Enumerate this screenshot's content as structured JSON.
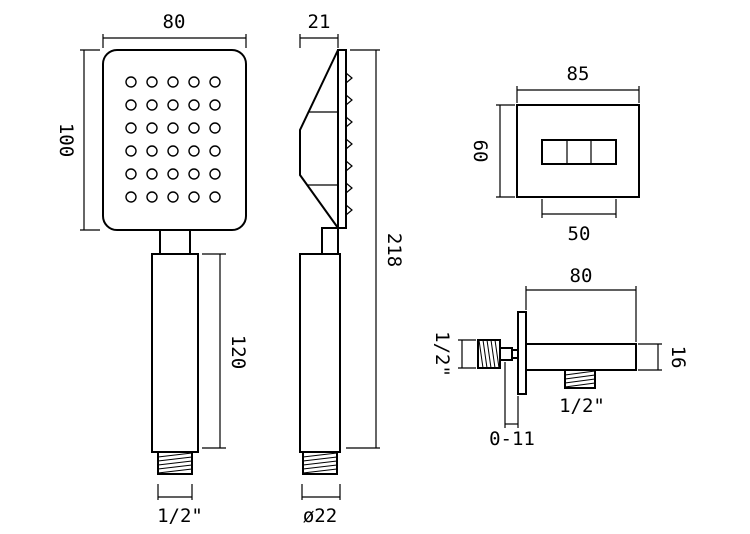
{
  "front_view": {
    "width_label": "80",
    "height_label": "100",
    "handle_label": "120",
    "thread_label": "1/2\""
  },
  "side_view": {
    "depth_label": "21",
    "total_length_label": "218",
    "diameter_label": "ø22"
  },
  "wall_plate": {
    "width_label": "85",
    "height_label": "60",
    "inner_width_label": "50"
  },
  "wall_bracket": {
    "length_label": "80",
    "height_label": "16",
    "inlet_thread_label": "1/2\"",
    "outlet_thread_label": "1/2\"",
    "adjust_label": "0-11"
  }
}
